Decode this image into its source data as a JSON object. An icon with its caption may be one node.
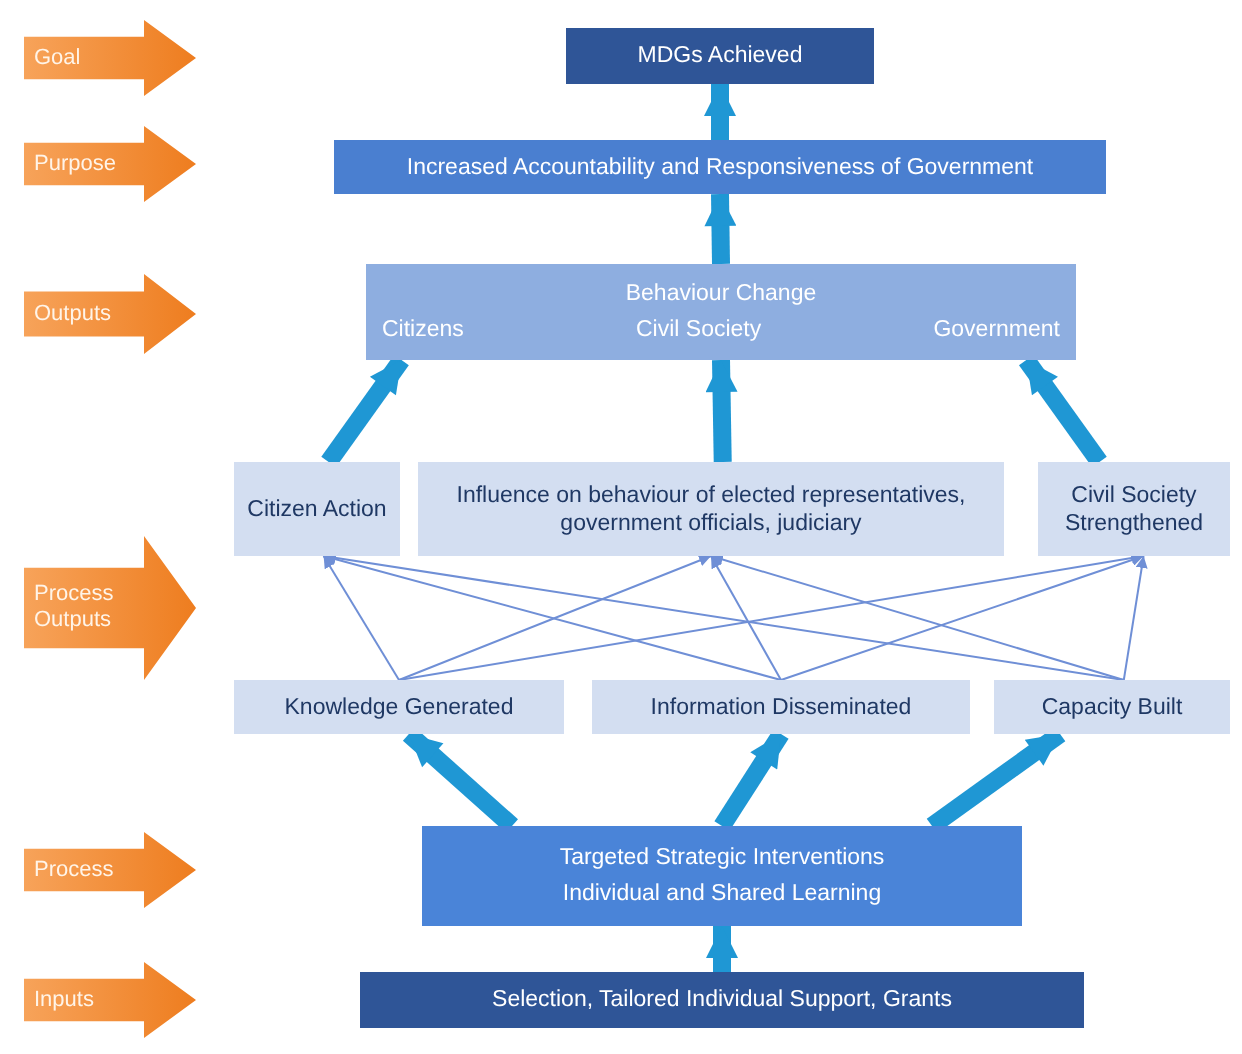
{
  "diagram": {
    "nodes": [
      {
        "text": [
          "Goal"
        ]
      },
      {
        "text": [
          "Purpose"
        ]
      },
      {
        "text": [
          "Outputs"
        ]
      },
      {
        "text": [
          "Process Outputs"
        ]
      },
      {
        "text": [
          "Process"
        ]
      },
      {
        "text": [
          "Inputs"
        ]
      },
      {
        "text": [
          "MDGs Achieved"
        ]
      },
      {
        "text": [
          "Increased Accountability and Responsiveness of Government"
        ]
      },
      {
        "text": [
          "Behaviour Change",
          "Citizens",
          "Civil Society",
          "Government"
        ]
      },
      {
        "text": [
          "Citizen Action"
        ]
      },
      {
        "text": [
          "Influence on behaviour of elected representatives, government officials, judiciary"
        ]
      },
      {
        "text": [
          "Civil Society Strengthened"
        ]
      },
      {
        "text": [
          "Knowledge Generated"
        ]
      },
      {
        "text": [
          "Information Disseminated"
        ]
      },
      {
        "text": [
          "Capacity Built"
        ]
      },
      {
        "text": [
          "Targeted Strategic Interventions",
          "Individual and Shared Learning"
        ]
      },
      {
        "text": [
          "Selection, Tailored Individual Support, Grants"
        ]
      }
    ],
    "edges": [
      {
        "from": 7,
        "to": 6,
        "arrow": "to",
        "style": "thick",
        "color": "#1f97d4"
      },
      {
        "from": 8,
        "to": 7,
        "arrow": "to",
        "style": "thick",
        "color": "#1f97d4"
      },
      {
        "from": 9,
        "to": 8,
        "arrow": "to",
        "style": "thick",
        "color": "#1f97d4"
      },
      {
        "from": 10,
        "to": 8,
        "arrow": "to",
        "style": "thick",
        "color": "#1f97d4"
      },
      {
        "from": 11,
        "to": 8,
        "arrow": "to",
        "style": "thick",
        "color": "#1f97d4"
      },
      {
        "from": 12,
        "to": 9,
        "arrow": "to"
      },
      {
        "from": 12,
        "to": 10,
        "arrow": "to"
      },
      {
        "from": 12,
        "to": 11,
        "arrow": "to"
      },
      {
        "from": 13,
        "to": 9,
        "arrow": "to"
      },
      {
        "from": 13,
        "to": 10,
        "arrow": "to"
      },
      {
        "from": 13,
        "to": 11,
        "arrow": "to"
      },
      {
        "from": 14,
        "to": 9,
        "arrow": "to"
      },
      {
        "from": 14,
        "to": 10,
        "arrow": "to"
      },
      {
        "from": 14,
        "to": 11,
        "arrow": "to"
      },
      {
        "from": 15,
        "to": 12,
        "arrow": "to",
        "style": "thick",
        "color": "#1f97d4"
      },
      {
        "from": 15,
        "to": 13,
        "arrow": "to",
        "style": "thick",
        "color": "#1f97d4"
      },
      {
        "from": 15,
        "to": 14,
        "arrow": "to",
        "style": "thick",
        "color": "#1f97d4"
      },
      {
        "from": 16,
        "to": 15,
        "arrow": "to",
        "style": "thick",
        "color": "#1f97d4"
      }
    ]
  }
}
